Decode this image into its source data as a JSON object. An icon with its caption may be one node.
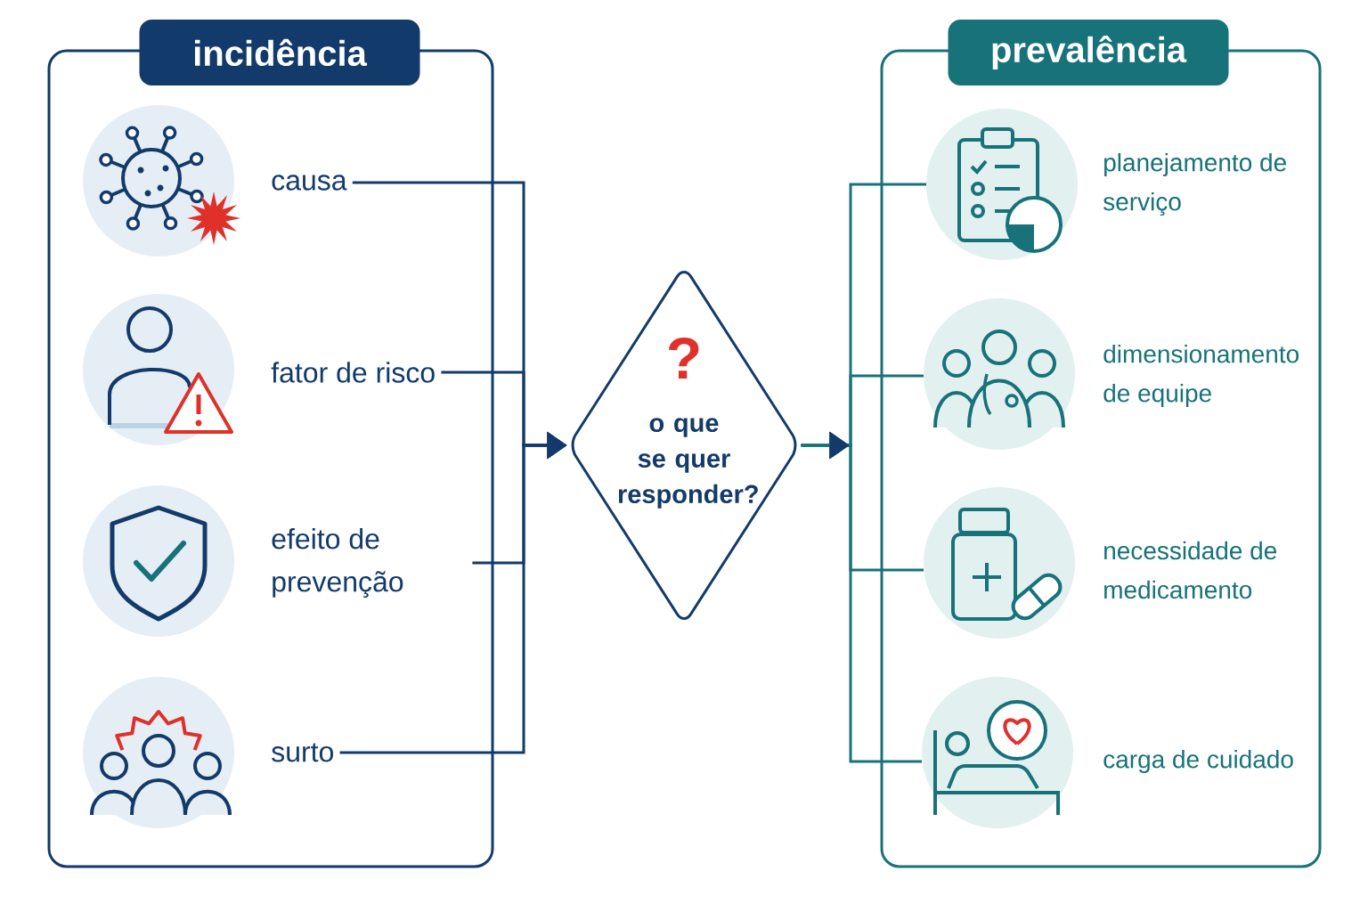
{
  "diagram": {
    "nodes": [
      {
        "text": [
          "incidência"
        ]
      },
      {
        "text": [
          "causa"
        ],
        "in": 0
      },
      {
        "text": [
          "fator de risco"
        ],
        "in": 0
      },
      {
        "text": [
          "efeito de prevenção"
        ],
        "in": 0
      },
      {
        "text": [
          "surto"
        ],
        "in": 0
      },
      {
        "text": [
          "?",
          "o que se quer responder?"
        ]
      },
      {
        "text": [
          "prevalência"
        ]
      },
      {
        "text": [
          "planejamento de serviço"
        ],
        "in": 6
      },
      {
        "text": [
          "dimensionamento de equipe"
        ],
        "in": 6
      },
      {
        "text": [
          "necessidade de medicamento"
        ],
        "in": 6
      },
      {
        "text": [
          "carga de cuidado"
        ],
        "in": 6
      }
    ],
    "edges": [
      {
        "from": 1,
        "to": 5,
        "arrow": "to"
      },
      {
        "from": 2,
        "to": 5,
        "arrow": "to"
      },
      {
        "from": 3,
        "to": 5,
        "arrow": "to"
      },
      {
        "from": 4,
        "to": 5,
        "arrow": "to"
      },
      {
        "from": 5,
        "to": 7,
        "arrow": "to"
      },
      {
        "from": 5,
        "to": 8,
        "arrow": "to"
      },
      {
        "from": 5,
        "to": 9,
        "arrow": "to"
      },
      {
        "from": 5,
        "to": 10,
        "arrow": "to"
      }
    ]
  }
}
